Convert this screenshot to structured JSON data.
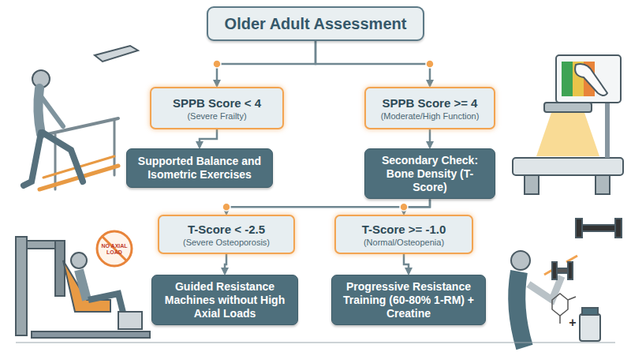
{
  "diagram": {
    "nodes": [
      {
        "text": [
          "Older Adult Assessment"
        ]
      },
      {
        "text": [
          "SPPB Score < 4",
          "(Severe Frailty)"
        ]
      },
      {
        "text": [
          "SPPB Score >= 4",
          "(Moderate/High Function)"
        ]
      },
      {
        "text": [
          "Supported Balance and Isometric Exercises"
        ]
      },
      {
        "text": [
          "Secondary Check: Bone Density (T-Score)"
        ]
      },
      {
        "text": [
          "T-Score < -2.5",
          "(Severe Osteoporosis)"
        ]
      },
      {
        "text": [
          "T-Score >= -1.0",
          "(Normal/Osteopenia)"
        ]
      },
      {
        "text": [
          "Guided Resistance Machines without High Axial Loads"
        ]
      },
      {
        "text": [
          "Progressive Resistance Training (60-80% 1-RM) + Creatine"
        ]
      }
    ],
    "edges": [
      {
        "from": 0,
        "to": 1,
        "arrow": "to"
      },
      {
        "from": 0,
        "to": 2,
        "arrow": "to"
      },
      {
        "from": 1,
        "to": 3,
        "arrow": "to"
      },
      {
        "from": 2,
        "to": 4,
        "arrow": "to"
      },
      {
        "from": 4,
        "to": 5,
        "arrow": "to"
      },
      {
        "from": 4,
        "to": 6,
        "arrow": "to"
      },
      {
        "from": 5,
        "to": 7,
        "arrow": "to"
      },
      {
        "from": 6,
        "to": 8,
        "arrow": "to"
      }
    ],
    "labels": [
      "NO AXIAL LOAD",
      "+"
    ]
  }
}
